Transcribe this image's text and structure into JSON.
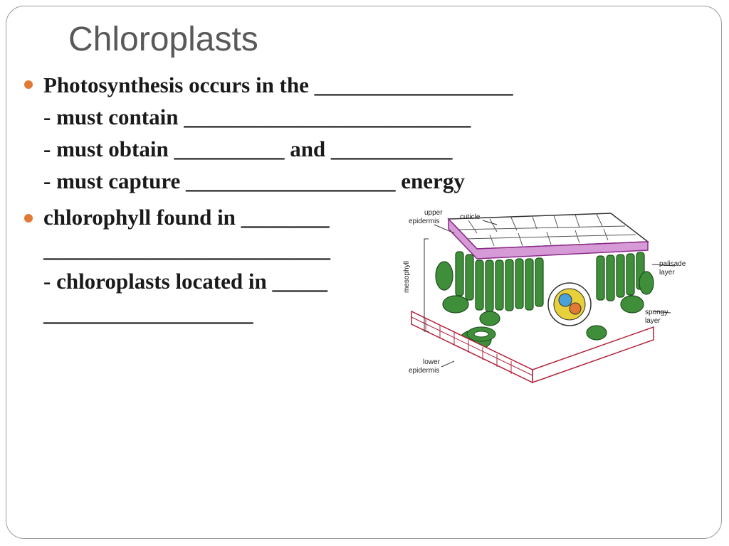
{
  "slide": {
    "title": "Chloroplasts",
    "bullets": [
      {
        "lines": [
          "Photosynthesis occurs in the __________________",
          "- must contain __________________________",
          "- must obtain __________ and ___________",
          "- must capture ___________________ energy"
        ]
      },
      {
        "lines": [
          "chlorophyll found in ________",
          "__________________________",
          "- chloroplasts located in _____",
          "___________________"
        ]
      }
    ],
    "bullet_color": "#e07a34"
  },
  "diagram": {
    "labels": {
      "upper_epidermis": [
        "upper",
        "epidermis"
      ],
      "cuticle": "cuticle",
      "mesophyll": "mesophyll",
      "palisade_layer": [
        "palisade",
        "layer"
      ],
      "spongy_layer": [
        "spongy",
        "layer"
      ],
      "lower_epidermis": [
        "lower",
        "epidermis"
      ]
    }
  }
}
